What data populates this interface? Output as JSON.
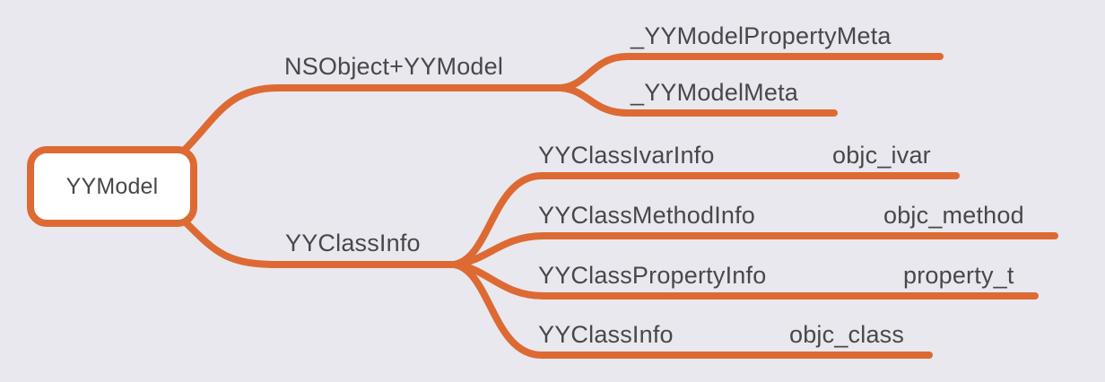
{
  "diagram": {
    "type": "mindmap",
    "root": {
      "label": "YYModel"
    },
    "branches": [
      {
        "label": "NSObject+YYModel",
        "children": [
          {
            "label": "_YYModelPropertyMeta"
          },
          {
            "label": "_YYModelMeta"
          }
        ]
      },
      {
        "label": "YYClassInfo",
        "children": [
          {
            "label": "YYClassIvarInfo",
            "annotation": "objc_ivar"
          },
          {
            "label": "YYClassMethodInfo",
            "annotation": "objc_method"
          },
          {
            "label": "YYClassPropertyInfo",
            "annotation": "property_t"
          },
          {
            "label": "YYClassInfo",
            "annotation": "objc_class"
          }
        ]
      }
    ]
  },
  "colors": {
    "accent": "#DD6A33",
    "background": "#E9E8EF",
    "node_fill": "#FFFFFF",
    "text": "#48484A"
  }
}
